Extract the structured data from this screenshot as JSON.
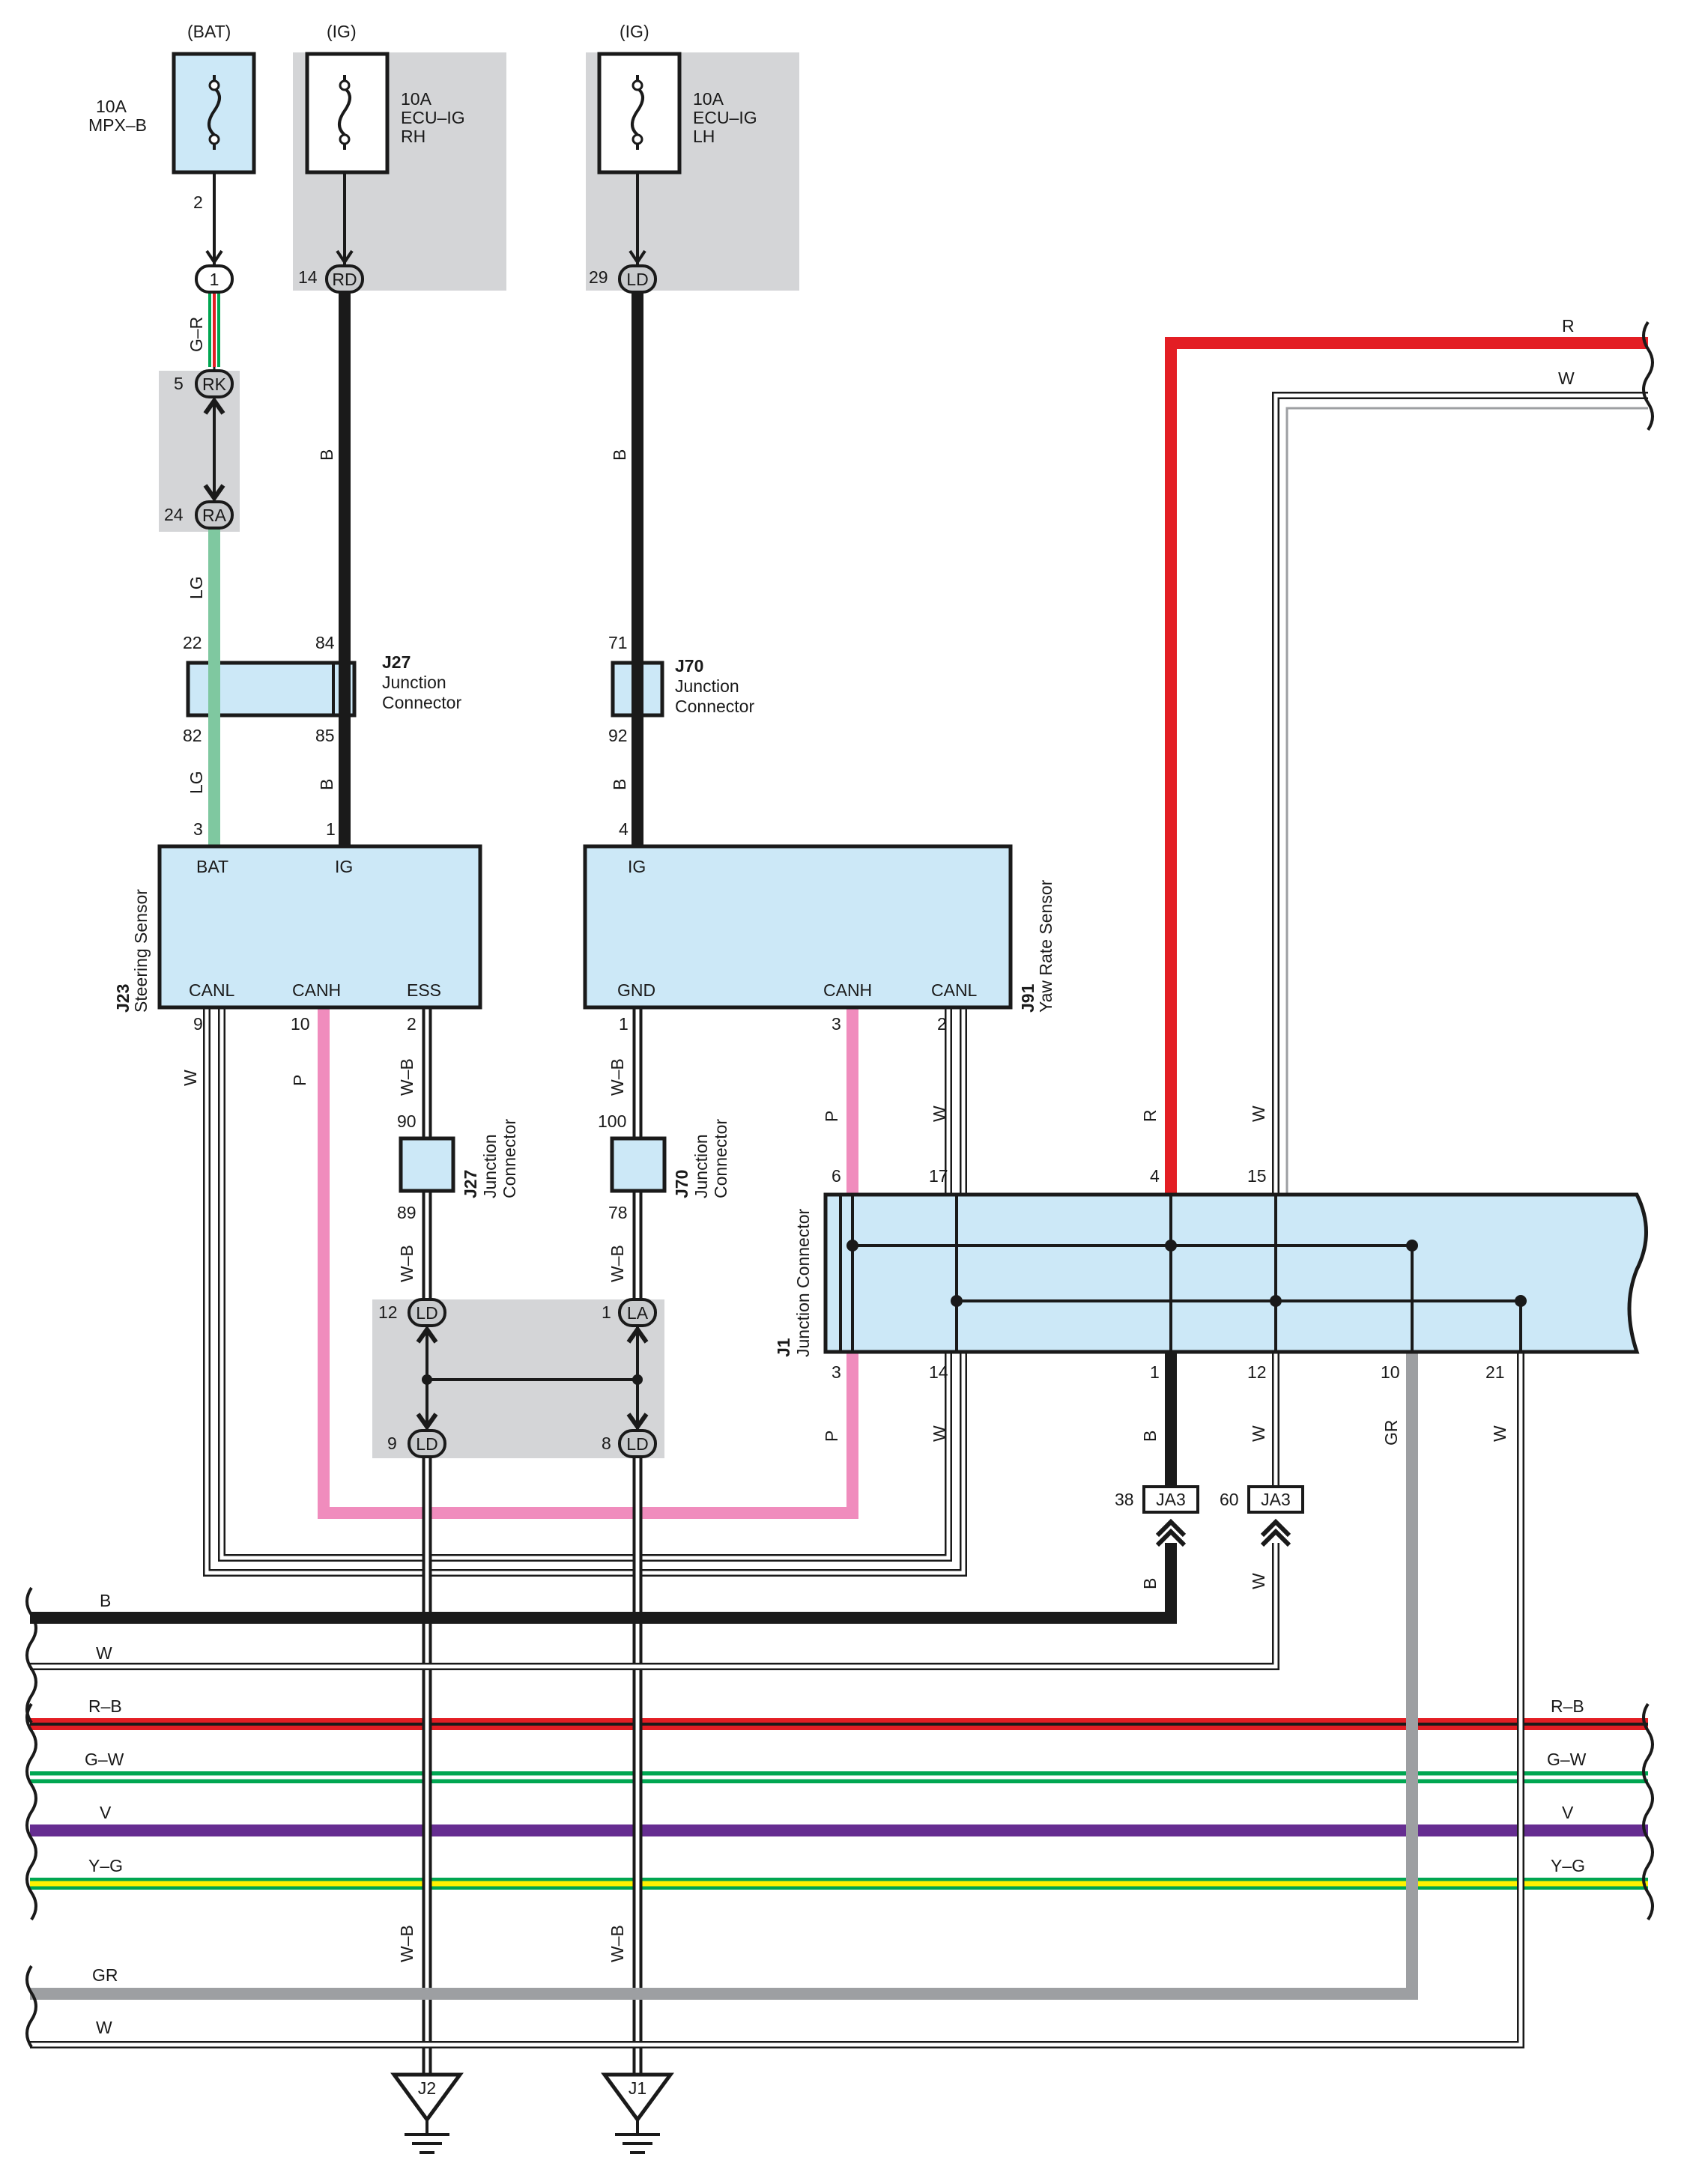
{
  "fuses": [
    {
      "supply": "(BAT)",
      "amps": "10A",
      "name": "MPX–B",
      "line3": "",
      "out_pin": "2"
    },
    {
      "supply": "(IG)",
      "amps": "10A",
      "name": "ECU–IG",
      "line3": "RH",
      "out_pin": "14"
    },
    {
      "supply": "(IG)",
      "amps": "10A",
      "name": "ECU–IG",
      "line3": "LH",
      "out_pin": "29"
    }
  ],
  "connector_pills": {
    "p1": "1",
    "rk": "RK",
    "ra": "RA",
    "rd": "RD",
    "ld_top": "LD",
    "ld12": "LD",
    "la": "LA",
    "ld9": "LD",
    "ld8": "LD"
  },
  "pins": {
    "rk": "5",
    "ra": "24",
    "j27_top_l": "22",
    "j27_top_r": "84",
    "j27_bot_l": "82",
    "j27_bot_r": "85",
    "j70_top": "71",
    "j70_bot": "92",
    "j23_bat": "3",
    "j23_ig": "1",
    "j23_canl": "9",
    "j23_canh": "10",
    "j23_ess": "2",
    "j91_ig": "4",
    "j91_gnd": "1",
    "j91_canh": "3",
    "j91_canl": "2",
    "j27b_top": "90",
    "j27b_bot": "89",
    "j70b_top": "100",
    "j70b_bot": "78",
    "ld12": "12",
    "la1": "1",
    "ld9": "9",
    "ld8": "8",
    "j1_top_6": "6",
    "j1_top_17": "17",
    "j1_top_4": "4",
    "j1_top_15": "15",
    "j1_bot_3": "3",
    "j1_bot_14": "14",
    "j1_bot_1": "1",
    "j1_bot_12": "12",
    "j1_bot_10": "10",
    "j1_bot_21": "21",
    "ja3_38": "38",
    "ja3_60": "60"
  },
  "wire_colors": {
    "gr_top": "G–R",
    "lg1": "LG",
    "lg2": "LG",
    "b_rd": "B",
    "b_rd2": "B",
    "b_ld": "B",
    "b_ld2": "B",
    "w_canl": "W",
    "p_canh": "P",
    "wb_ess": "W–B",
    "wb_ess2": "W–B",
    "wb_gnd": "W–B",
    "wb_gnd2": "W–B",
    "p_j91": "P",
    "w_j91": "W",
    "r_j1": "R",
    "w_j1": "W",
    "p_j1b": "P",
    "w_j1b": "W",
    "b_j1b": "B",
    "w_j1b2": "W",
    "gr_j1b": "GR",
    "w_j1b3": "W",
    "b_ja3": "B",
    "w_ja3": "W",
    "wb_j2": "W–B",
    "wb_j1": "W–B",
    "r_right": "R",
    "w_right": "W"
  },
  "bus": [
    {
      "left": "B",
      "right": ""
    },
    {
      "left": "W",
      "right": ""
    },
    {
      "left": "R–B",
      "right": "R–B"
    },
    {
      "left": "G–W",
      "right": "G–W"
    },
    {
      "left": "V",
      "right": "V"
    },
    {
      "left": "Y–G",
      "right": "Y–G"
    },
    {
      "left": "GR",
      "right": ""
    },
    {
      "left": "W",
      "right": ""
    }
  ],
  "components": {
    "j23": {
      "code": "J23",
      "name": "Steering Sensor",
      "t_bat": "BAT",
      "t_ig": "IG",
      "t_canl": "CANL",
      "t_canh": "CANH",
      "t_ess": "ESS"
    },
    "j91": {
      "code": "J91",
      "name": "Yaw Rate Sensor",
      "t_ig": "IG",
      "t_gnd": "GND",
      "t_canh": "CANH",
      "t_canl": "CANL"
    },
    "j27": {
      "code": "J27",
      "name1": "Junction",
      "name2": "Connector"
    },
    "j70": {
      "code": "J70",
      "name1": "Junction",
      "name2": "Connector"
    },
    "j27b": {
      "code": "J27",
      "name1": "Junction",
      "name2": "Connector"
    },
    "j70b": {
      "code": "J70",
      "name1": "Junction",
      "name2": "Connector"
    },
    "j1": {
      "code": "J1",
      "name": "Junction Connector"
    },
    "ja3a": "JA3",
    "ja3b": "JA3",
    "ground_j2": "J2",
    "ground_j1": "J1"
  },
  "colors": {
    "black": "#1a1a1a",
    "red": "#e31e24",
    "pink": "#f08cbd",
    "lightgreen": "#7fc8a0",
    "green": "#00a651",
    "purple": "#662d91",
    "yellow": "#fff200",
    "gray": "#9d9fa2",
    "box": "#cce8f7",
    "shade": "#d4d5d7"
  }
}
